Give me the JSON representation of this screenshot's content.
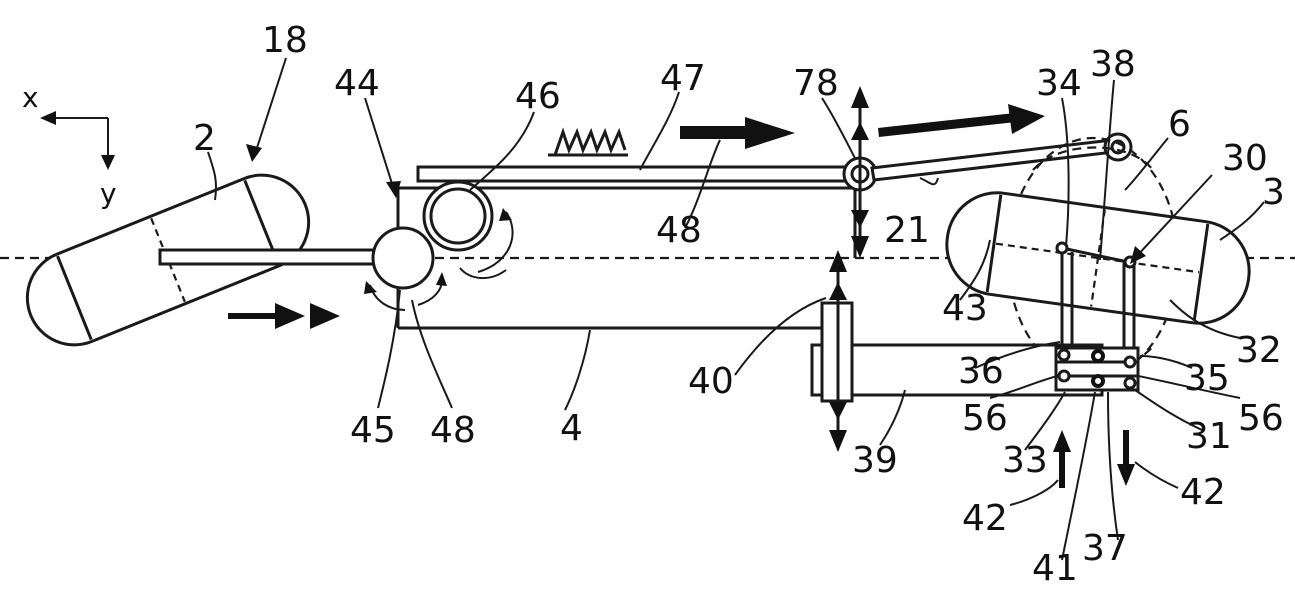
{
  "figure": {
    "axes": {
      "x": "x",
      "y": "y"
    },
    "labels": {
      "l18": "18",
      "l2": "2",
      "l44": "44",
      "l46": "46",
      "l47": "47",
      "l78": "78",
      "l34": "34",
      "l38": "38",
      "l6": "6",
      "l30": "30",
      "l3": "3",
      "l21": "21",
      "l48a": "48",
      "l43": "43",
      "l32": "32",
      "l40": "40",
      "l36": "36",
      "l35": "35",
      "l56a": "56",
      "l56b": "56",
      "l31": "31",
      "l39": "39",
      "l45": "45",
      "l48b": "48",
      "l4": "4",
      "l33": "33",
      "l42a": "42",
      "l42b": "42",
      "l41": "41",
      "l37": "37"
    }
  }
}
